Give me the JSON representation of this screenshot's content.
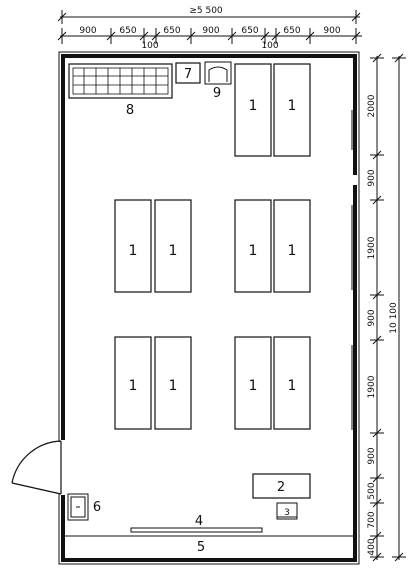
{
  "total_width_label": "≥5 500",
  "top_dims": [
    "900",
    "650",
    "650",
    "900",
    "650",
    "650",
    "900"
  ],
  "sub_dims": [
    "100",
    "100"
  ],
  "right_dims": [
    "2000",
    "900",
    "1900",
    "900",
    "1900",
    "900",
    "500",
    "700",
    "400"
  ],
  "total_length_label": "10 100",
  "desk_label": "1",
  "labels": {
    "n2": "2",
    "n3": "3",
    "n4": "4",
    "n5": "5",
    "n6": "6",
    "n7": "7",
    "n8": "8",
    "n9": "9"
  }
}
